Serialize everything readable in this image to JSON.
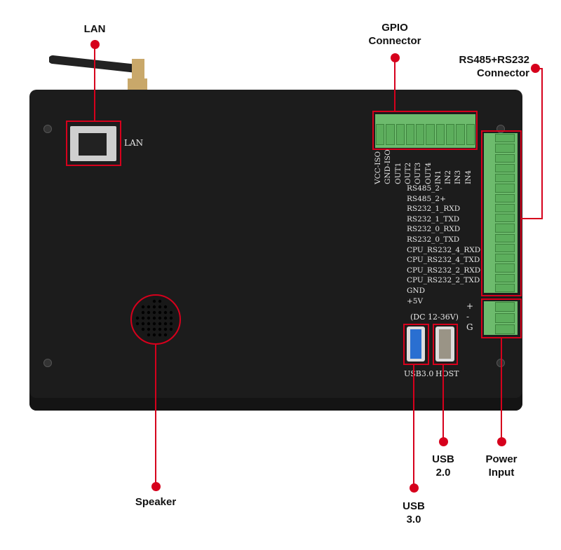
{
  "callouts": {
    "lan": "LAN",
    "gpio": [
      "GPIO",
      "Connector"
    ],
    "rs": [
      "RS485+RS232",
      "Connector"
    ],
    "speaker": "Speaker",
    "usb3": [
      "USB",
      "3.0"
    ],
    "usb2": [
      "USB",
      "2.0"
    ],
    "power": [
      "Power",
      "Input"
    ]
  },
  "silkscreen": {
    "lan": "LAN",
    "gpio_pins": [
      "VCC-ISO",
      "GND-ISO",
      "OUT1",
      "OUT2",
      "OUT3",
      "OUT4",
      "IN1",
      "IN2",
      "IN3",
      "IN4"
    ],
    "rs_pins": [
      "RS485_2-",
      "RS485_2+",
      "RS232_1_RXD",
      "RS232_1_TXD",
      "RS232_0_RXD",
      "RS232_0_TXD",
      "CPU_RS232_4_RXD",
      "CPU_RS232_4_TXD",
      "CPU_RS232_2_RXD",
      "CPU_RS232_2_TXD",
      "GND",
      "+5V"
    ],
    "power_pins": [
      "+",
      "-",
      "G"
    ],
    "dc": "(DC 12-36V)",
    "usb3": "USB3.0",
    "host": "HOST"
  },
  "colors": {
    "accent": "#d6001c",
    "body": "#1c1c1c",
    "terminal": "#5cae5c"
  }
}
